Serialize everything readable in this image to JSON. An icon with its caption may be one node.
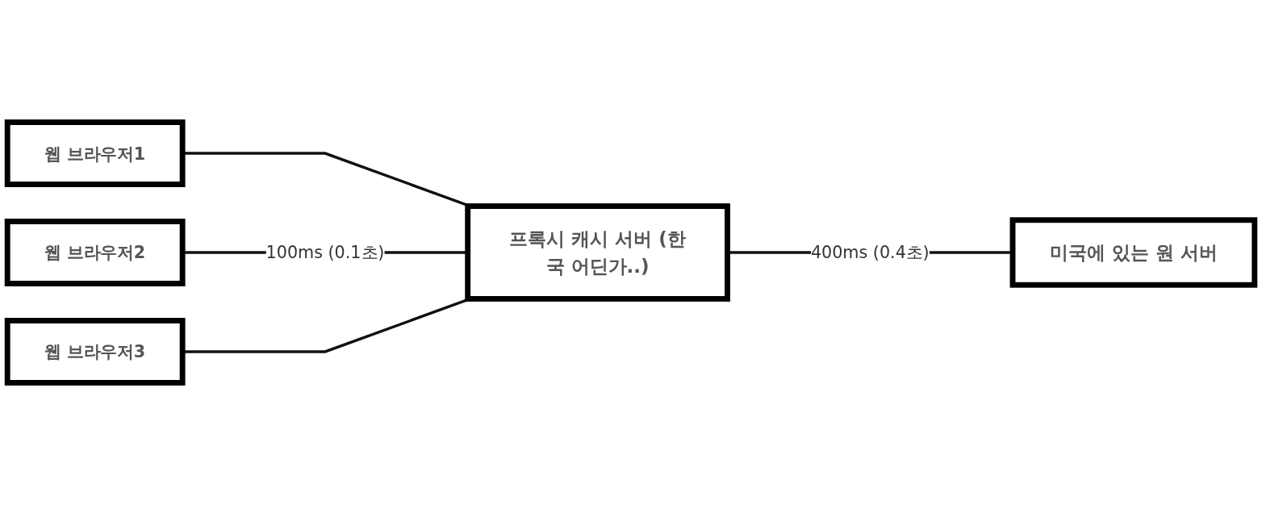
{
  "diagram": {
    "nodes": [
      {
        "text": [
          "웹 브라우저1"
        ]
      },
      {
        "text": [
          "웹 브라우저2"
        ]
      },
      {
        "text": [
          "웹 브라우저3"
        ]
      },
      {
        "text": [
          "프록시 캐시 서버 (한국 어딘가..)"
        ]
      },
      {
        "text": [
          "미국에 있는 원 서버"
        ]
      }
    ],
    "edges": [
      {
        "from": 0,
        "to": 3,
        "arrow": "none"
      },
      {
        "from": 1,
        "to": 3,
        "arrow": "none",
        "label": "100ms (0.1초)"
      },
      {
        "from": 2,
        "to": 3,
        "arrow": "none"
      },
      {
        "from": 3,
        "to": 4,
        "arrow": "none",
        "label": "400ms (0.4초)"
      }
    ]
  }
}
